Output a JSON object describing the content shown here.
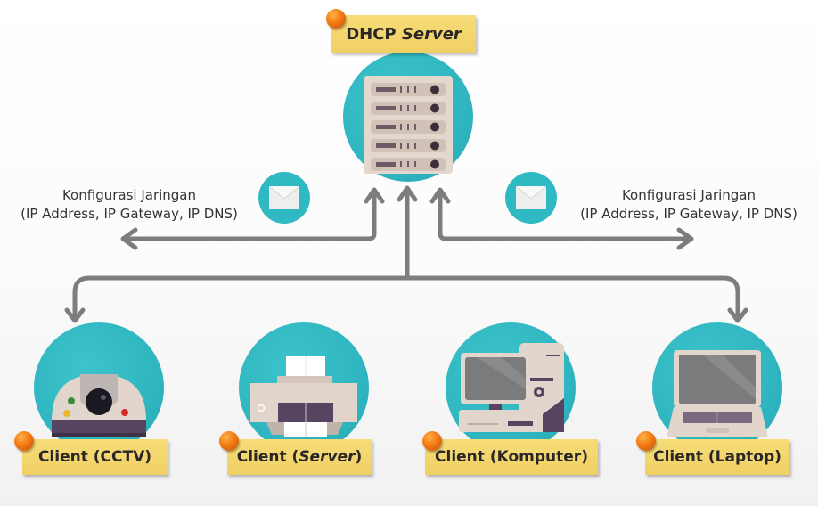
{
  "server": {
    "label_prefix": "DHCP ",
    "label_italic": "Server",
    "icon": "server-rack-icon"
  },
  "messages": {
    "left": {
      "line1": "Konfigurasi Jaringan",
      "line2": "(IP Address, IP Gateway, IP DNS)",
      "icon": "envelope-icon"
    },
    "right": {
      "line1": "Konfigurasi Jaringan",
      "line2": "(IP Address, IP Gateway, IP DNS)",
      "icon": "envelope-icon"
    }
  },
  "clients": [
    {
      "prefix": "Client (",
      "italic": "",
      "name": "CCTV",
      "suffix": ")",
      "icon": "cctv-camera-icon"
    },
    {
      "prefix": "Client (",
      "italic": "Server",
      "name": "",
      "suffix": ")",
      "icon": "printer-icon"
    },
    {
      "prefix": "Client (",
      "italic": "",
      "name": "Komputer",
      "suffix": ")",
      "icon": "desktop-computer-icon"
    },
    {
      "prefix": "Client (",
      "italic": "",
      "name": "Laptop",
      "suffix": ")",
      "icon": "laptop-icon"
    }
  ],
  "colors": {
    "teal": "#2fb6c0",
    "note_yellow": "#f2d56a",
    "pin_orange": "#f27a12",
    "connector_gray": "#7d7d7d",
    "device_beige": "#ddd0c6",
    "device_dark": "#4e3e52"
  }
}
